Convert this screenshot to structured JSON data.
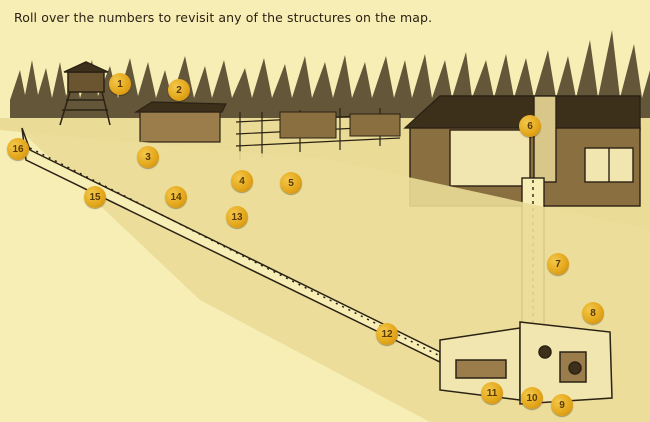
{
  "instructions": "Roll over the numbers to revisit any of the structures on the map.",
  "hotspots": [
    "1",
    "2",
    "3",
    "4",
    "5",
    "6",
    "7",
    "8",
    "9",
    "10",
    "11",
    "12",
    "13",
    "14",
    "15",
    "16"
  ],
  "colors": {
    "background": "#f7eeb5",
    "marker": "#e4a81c",
    "ink": "#2b2214"
  }
}
